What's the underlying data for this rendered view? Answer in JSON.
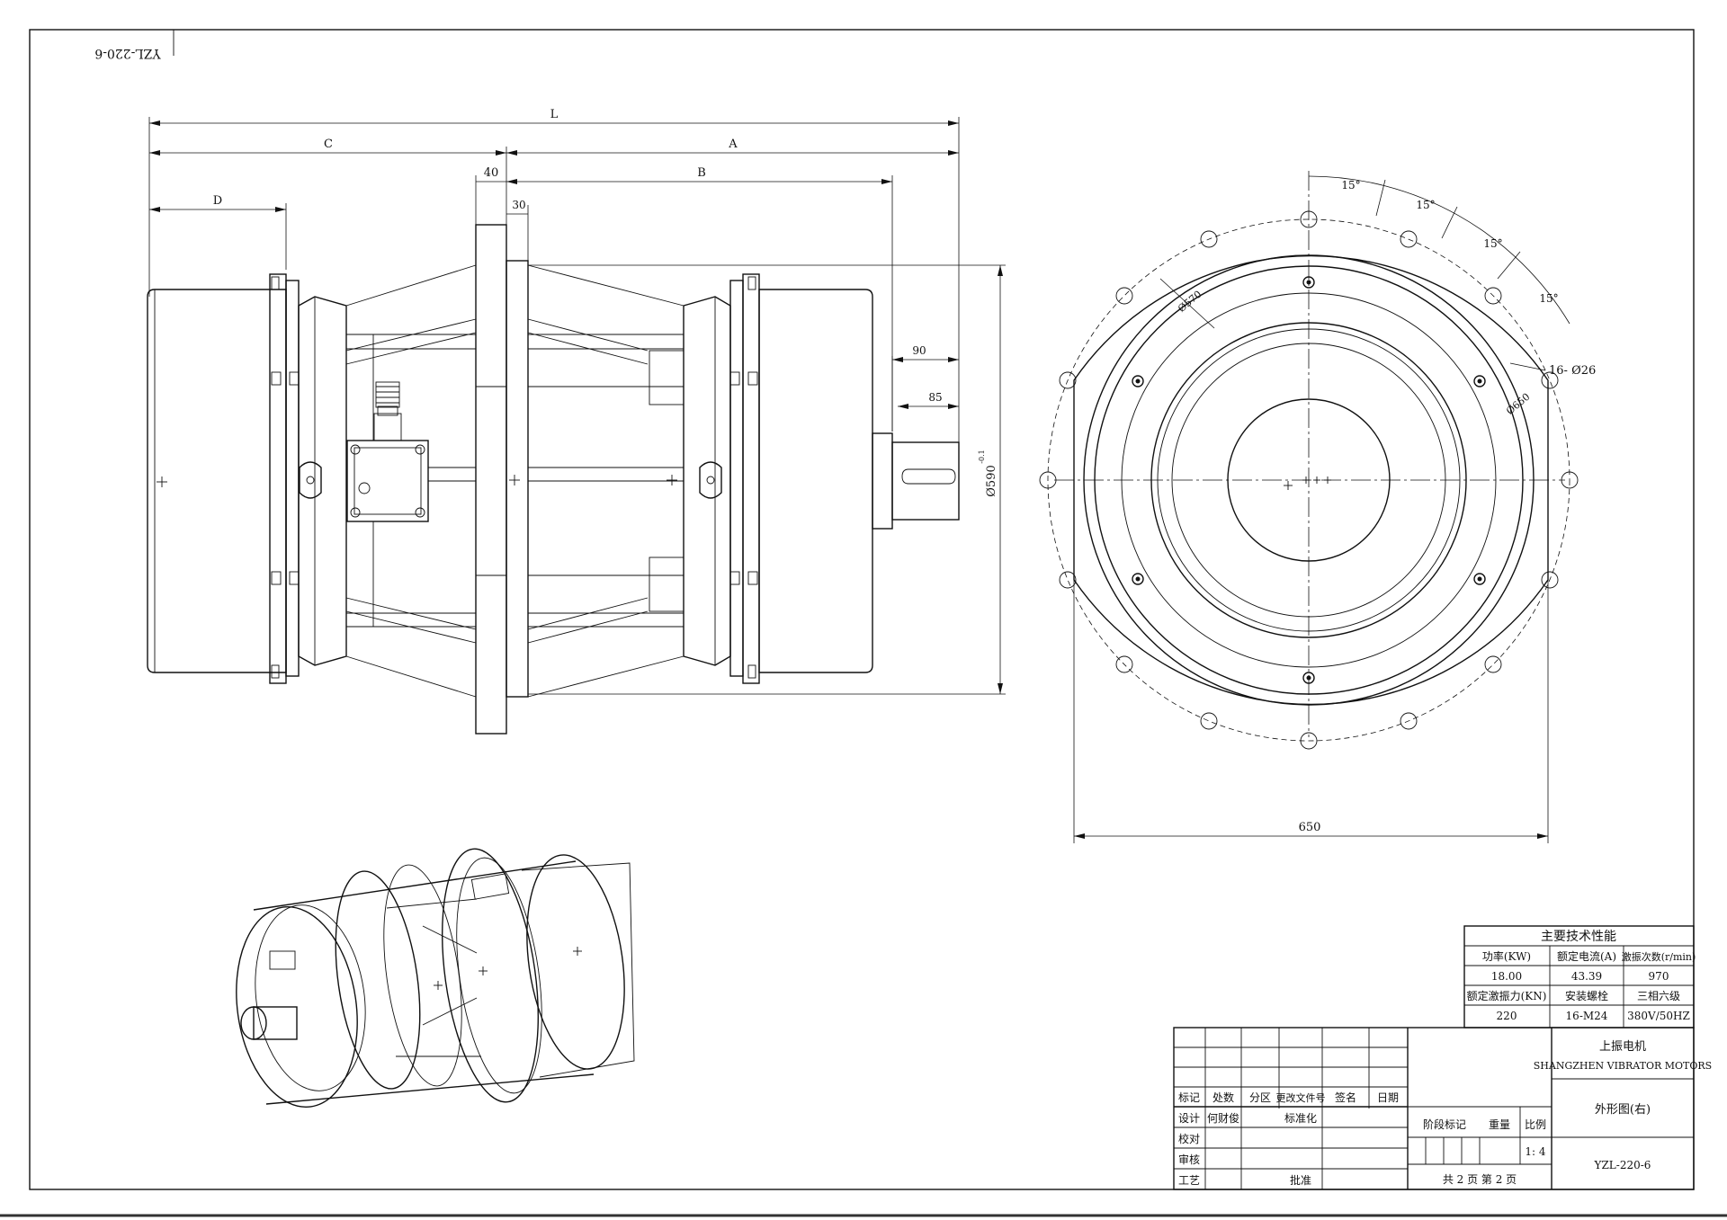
{
  "drawing_code_mirrored": "YZL-220-6",
  "dimensions": {
    "L": "L",
    "C": "C",
    "A": "A",
    "D": "D",
    "B": "B",
    "d40": "40",
    "d30": "30",
    "d90": "90",
    "d85": "85",
    "dia590": "Ø590",
    "dia_note": "-0.1",
    "d650": "650",
    "bolt_spec": "16- Ø26",
    "angle": "15°",
    "pcd_outer": "Ø570",
    "pcd_inner": "Ø650"
  },
  "spec_table": {
    "title": "主要技术性能",
    "headers": [
      "功率(KW)",
      "额定电流(A)",
      "激振次数(r/min)"
    ],
    "row1": [
      "18.00",
      "43.39",
      "970"
    ],
    "headers2": [
      "额定激振力(KN)",
      "安装螺栓",
      "三相六级"
    ],
    "row2": [
      "220",
      "16-M24",
      "380V/50HZ"
    ]
  },
  "title_block": {
    "company_cn": "上振电机",
    "company_en": "SHANGZHEN VIBRATOR MOTORS",
    "drawing_title": "外形图(右)",
    "drawing_no": "YZL-220-6",
    "labels": {
      "mark": "标记",
      "count": "处数",
      "zone": "分区",
      "change_doc": "更改文件号",
      "sign": "签名",
      "date": "日期",
      "design": "设计",
      "designer": "何财俊",
      "standard": "标准化",
      "check": "校对",
      "review": "审核",
      "process": "工艺",
      "approve": "批准",
      "stage": "阶段标记",
      "weight": "重量",
      "scale_label": "比例",
      "scale": "1: 4",
      "sheets": "共 2 页  第 2 页"
    }
  }
}
